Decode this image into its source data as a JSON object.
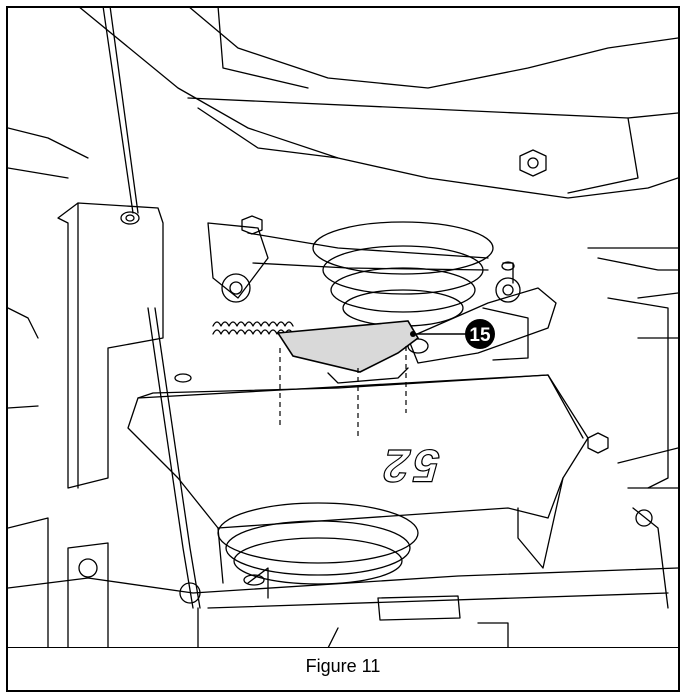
{
  "figure": {
    "caption": "Figure 11",
    "callout_number": "15",
    "deck_marking": "52",
    "colors": {
      "line": "#000000",
      "highlight_fill": "#d9d9d9",
      "background": "#ffffff"
    }
  }
}
